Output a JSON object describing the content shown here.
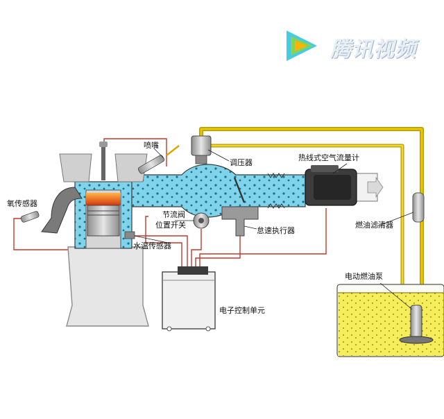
{
  "watermark": {
    "brand_text": "腾讯视频"
  },
  "labels": {
    "injector": "喷嘴",
    "pressure_regulator": "调压器",
    "hot_wire_mass_airflow": "热线式空气流量计",
    "oxygen_sensor": "氧传感器",
    "throttle_position_switch_line1": "节流阀",
    "throttle_position_switch_line2": "位置开关",
    "idle_speed_actuator": "怠速执行器",
    "coolant_temp_sensor": "水温传感器",
    "fuel_filter": "燃油滤清器",
    "electric_fuel_pump": "电动燃油泵",
    "ecu": "电子控制单元"
  },
  "colors": {
    "fuel_line": "#e8c800",
    "fuel_line_edge": "#b79a00",
    "signal_wire": "#c0392b",
    "air_stream": "#7fd3ea",
    "engine_gray": "#b8b8b8",
    "combustion": "#e8601c",
    "tank_fuel": "#f5ee5a"
  },
  "icons": [
    "play-logo-icon"
  ]
}
